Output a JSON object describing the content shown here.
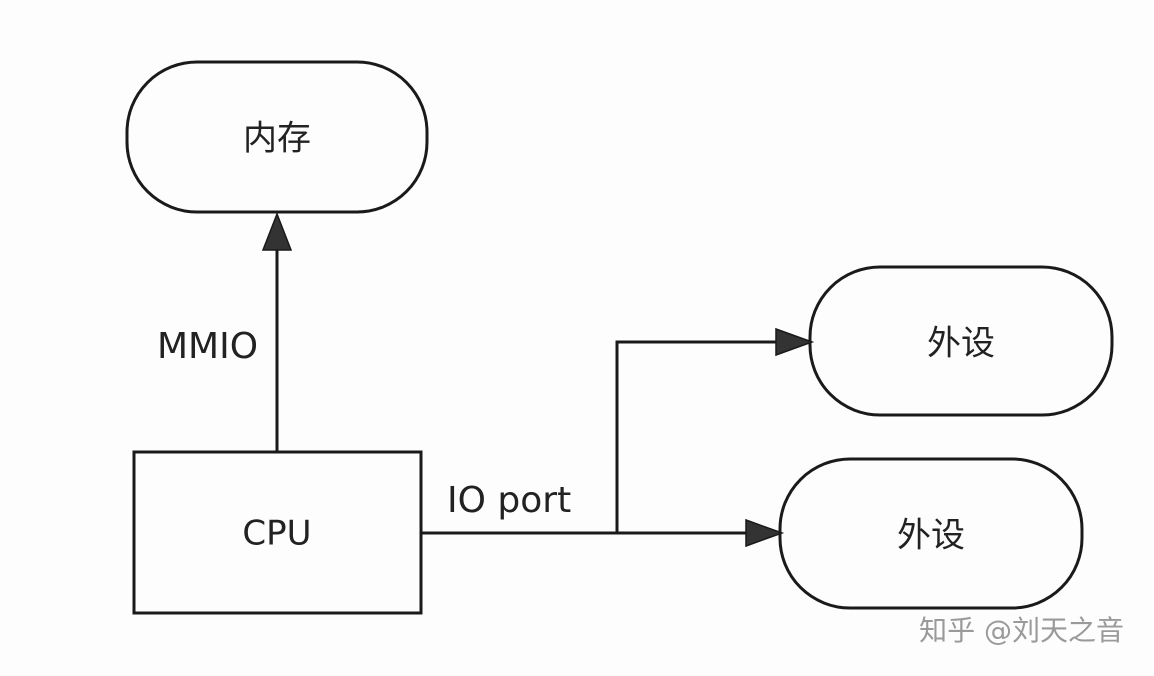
{
  "nodes": {
    "memory": {
      "label": "内存"
    },
    "cpu": {
      "label": "CPU"
    },
    "peripheral_1": {
      "label": "外设"
    },
    "peripheral_2": {
      "label": "外设"
    }
  },
  "edges": {
    "mmio": {
      "label": "MMIO"
    },
    "io_port": {
      "label": "IO port"
    }
  },
  "watermark": {
    "text": "知乎 @刘天之音"
  },
  "colors": {
    "stroke": "#1a1a1a",
    "arrow_fill": "#333333",
    "background": "#fdfdfd",
    "watermark": "#9a9a9a"
  }
}
